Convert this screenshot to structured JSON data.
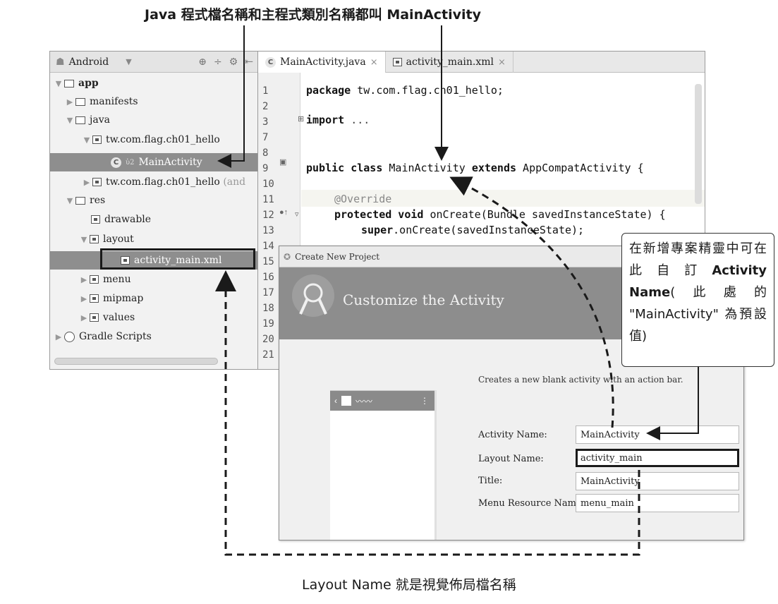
{
  "captions": {
    "top": "Java 程式檔名稱和主程式類別名稱都叫 MainActivity",
    "bottom": "Layout Name 就是視覺佈局檔名稱"
  },
  "project_panel": {
    "view_selector": "Android",
    "tree": [
      {
        "label": "app"
      },
      {
        "label": "manifests"
      },
      {
        "label": "java"
      },
      {
        "label": "tw.com.flag.ch01_hello"
      },
      {
        "label": "MainActivity"
      },
      {
        "label": "tw.com.flag.ch01_hello",
        "suffix": "(and"
      },
      {
        "label": "res"
      },
      {
        "label": "drawable"
      },
      {
        "label": "layout"
      },
      {
        "label": "activity_main.xml"
      },
      {
        "label": "menu"
      },
      {
        "label": "mipmap"
      },
      {
        "label": "values"
      },
      {
        "label": "Gradle Scripts"
      }
    ]
  },
  "editor": {
    "tabs": [
      {
        "label": "MainActivity.java",
        "close": "×"
      },
      {
        "label": "activity_main.xml",
        "close": "×"
      }
    ],
    "line_numbers": [
      "1",
      "2",
      "3",
      "7",
      "8",
      "9",
      "10",
      "11",
      "12",
      "13",
      "14",
      "15",
      "16",
      "17",
      "18",
      "19",
      "20",
      "21"
    ],
    "code": {
      "line1_kw": "package",
      "line1_rest": " tw.com.flag.ch01_hello;",
      "line3_kw": "import",
      "line3_rest": " ...",
      "line9_kw1": "public class",
      "line9_mid": " MainActivity ",
      "line9_kw2": "extends",
      "line9_rest": " AppCompatActivity {",
      "line11": "@Override",
      "line12_kw": "protected void",
      "line12_rest": " onCreate(Bundle savedInstanceState) {",
      "line13_kw": "super",
      "line13_rest": ".onCreate(savedInstanceState);"
    }
  },
  "dialog": {
    "title": "Create New Project",
    "heading": "Customize the Activity",
    "description": "Creates a new blank activity with an action bar.",
    "fields": {
      "activity_name_label": "Activity Name:",
      "activity_name_value": "MainActivity",
      "layout_name_label": "Layout Name:",
      "layout_name_value": "activity_main",
      "title_label": "Title:",
      "title_value": "MainActivity",
      "menu_label": "Menu Resource Name:",
      "menu_value": "menu_main"
    }
  },
  "callout": {
    "part1": "在新增專案精靈中可在此自訂",
    "bold": "Activity Name",
    "part2": "(此處的 \"MainActivity\" 為預設值)"
  }
}
